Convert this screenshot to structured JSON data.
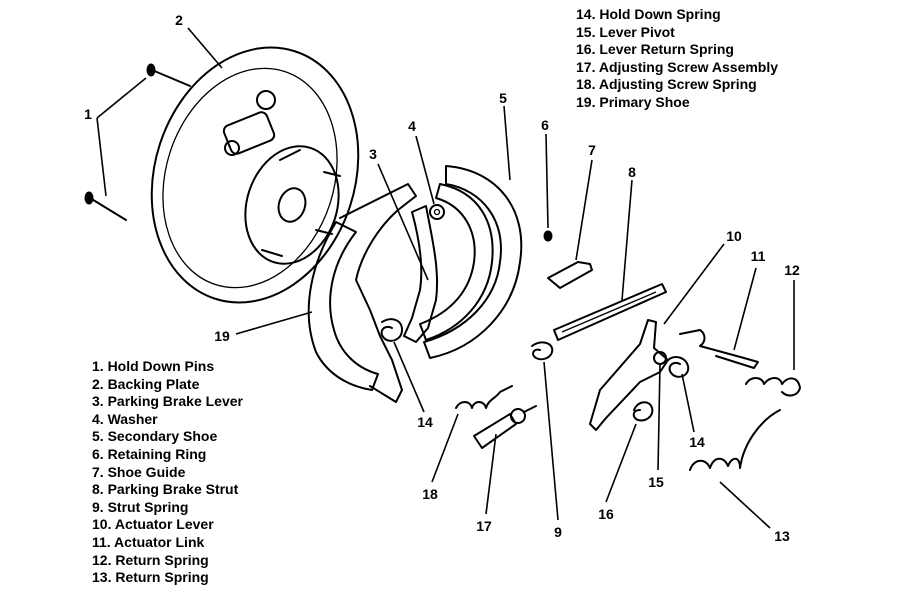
{
  "legend_left": [
    "1. Hold Down Pins",
    "2. Backing Plate",
    "3. Parking Brake Lever",
    "4. Washer",
    "5. Secondary Shoe",
    "6. Retaining Ring",
    "7. Shoe Guide",
    "8. Parking Brake Strut",
    "9. Strut Spring",
    "10. Actuator Lever",
    "11. Actuator Link",
    "12. Return Spring",
    "13. Return Spring"
  ],
  "legend_right": [
    "14. Hold Down Spring",
    "15. Lever Pivot",
    "16. Lever Return Spring",
    "17. Adjusting Screw Assembly",
    "18. Adjusting Screw Spring",
    "19. Primary Shoe"
  ],
  "callouts": {
    "c1": "1",
    "c2": "2",
    "c3": "3",
    "c4": "4",
    "c5": "5",
    "c6": "6",
    "c7": "7",
    "c8": "8",
    "c9": "9",
    "c10": "10",
    "c11": "11",
    "c12": "12",
    "c13": "13",
    "c14a": "14",
    "c14b": "14",
    "c15": "15",
    "c16": "16",
    "c17": "17",
    "c18": "18",
    "c19": "19"
  }
}
